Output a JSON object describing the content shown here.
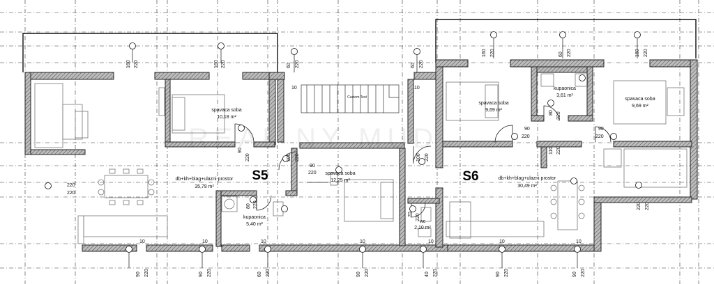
{
  "units": [
    {
      "label": "S5"
    },
    {
      "label": "S6"
    }
  ],
  "rooms": [
    {
      "name": "spavaca soba",
      "area": "10,18 m²"
    },
    {
      "name": "db+kh+blag+ulazni prostor",
      "area": "35,79 m²"
    },
    {
      "name": "spavaca soba",
      "area": "12,25 m²"
    },
    {
      "name": "kupaonica",
      "area": "5,40 m²"
    },
    {
      "name": "spavaca soba",
      "area": "9,69 m²"
    },
    {
      "name": "kupaonica",
      "area": "3,61 m²"
    },
    {
      "name": "spavaca soba",
      "area": "9,69 m²"
    },
    {
      "name": "db+kh+blag+ulazni prostor",
      "area": "30,49 m²"
    },
    {
      "name": "wc",
      "area": "2,10 m²"
    }
  ],
  "stair_label": "Custom Text",
  "watermark": "REAL NY MUD",
  "dims": {
    "d10": "10",
    "d60": "60",
    "d70": "70",
    "d80": "80",
    "d90": "90",
    "d100": "100",
    "d110": "110",
    "d160": "160",
    "d220": "220",
    "d40": "40"
  }
}
